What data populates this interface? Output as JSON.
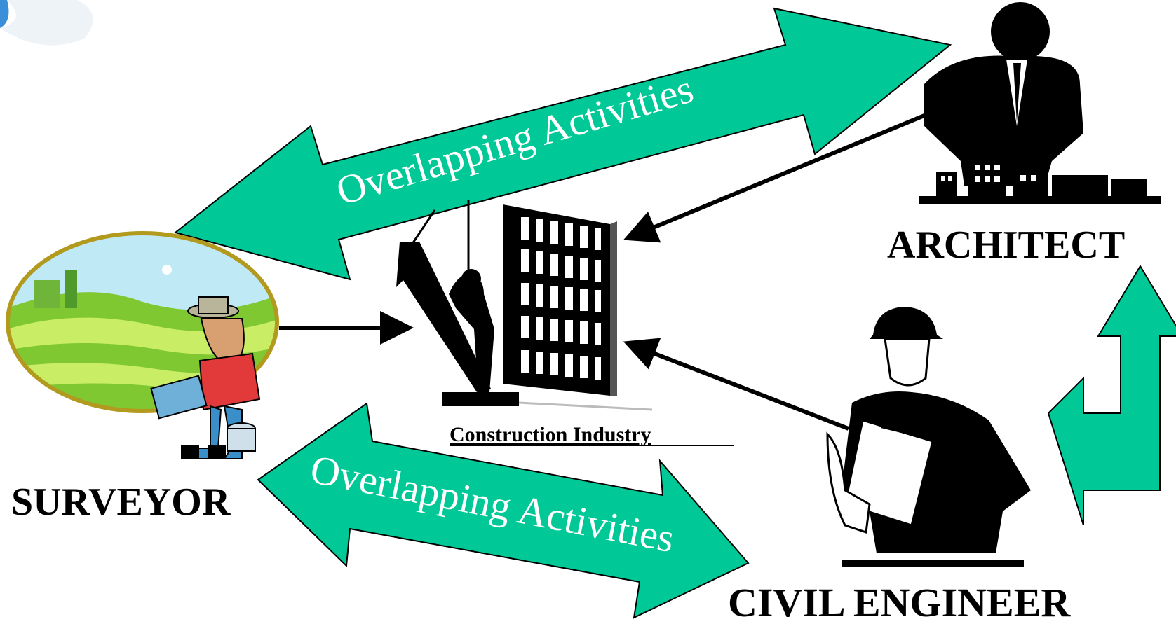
{
  "labels": {
    "surveyor": "SURVEYOR",
    "architect": "ARCHITECT",
    "civil_engineer": "CIVIL ENGINEER",
    "construction_industry": "Construction Industry"
  },
  "arrows": {
    "top": "Overlapping Activities",
    "bottom": "Overlapping Activities"
  },
  "colors": {
    "arrow_fill": "#00c896",
    "sky": "#bfe9f5",
    "hill_light": "#c9ee66",
    "hill_dark": "#7fc832",
    "oval_border": "#b29a1e"
  },
  "icons": {
    "surveyor": "surveyor-with-laptop-icon",
    "architect": "architect-silhouette-icon",
    "engineer": "engineer-with-clipboard-icon",
    "construction": "construction-worker-building-icon"
  }
}
